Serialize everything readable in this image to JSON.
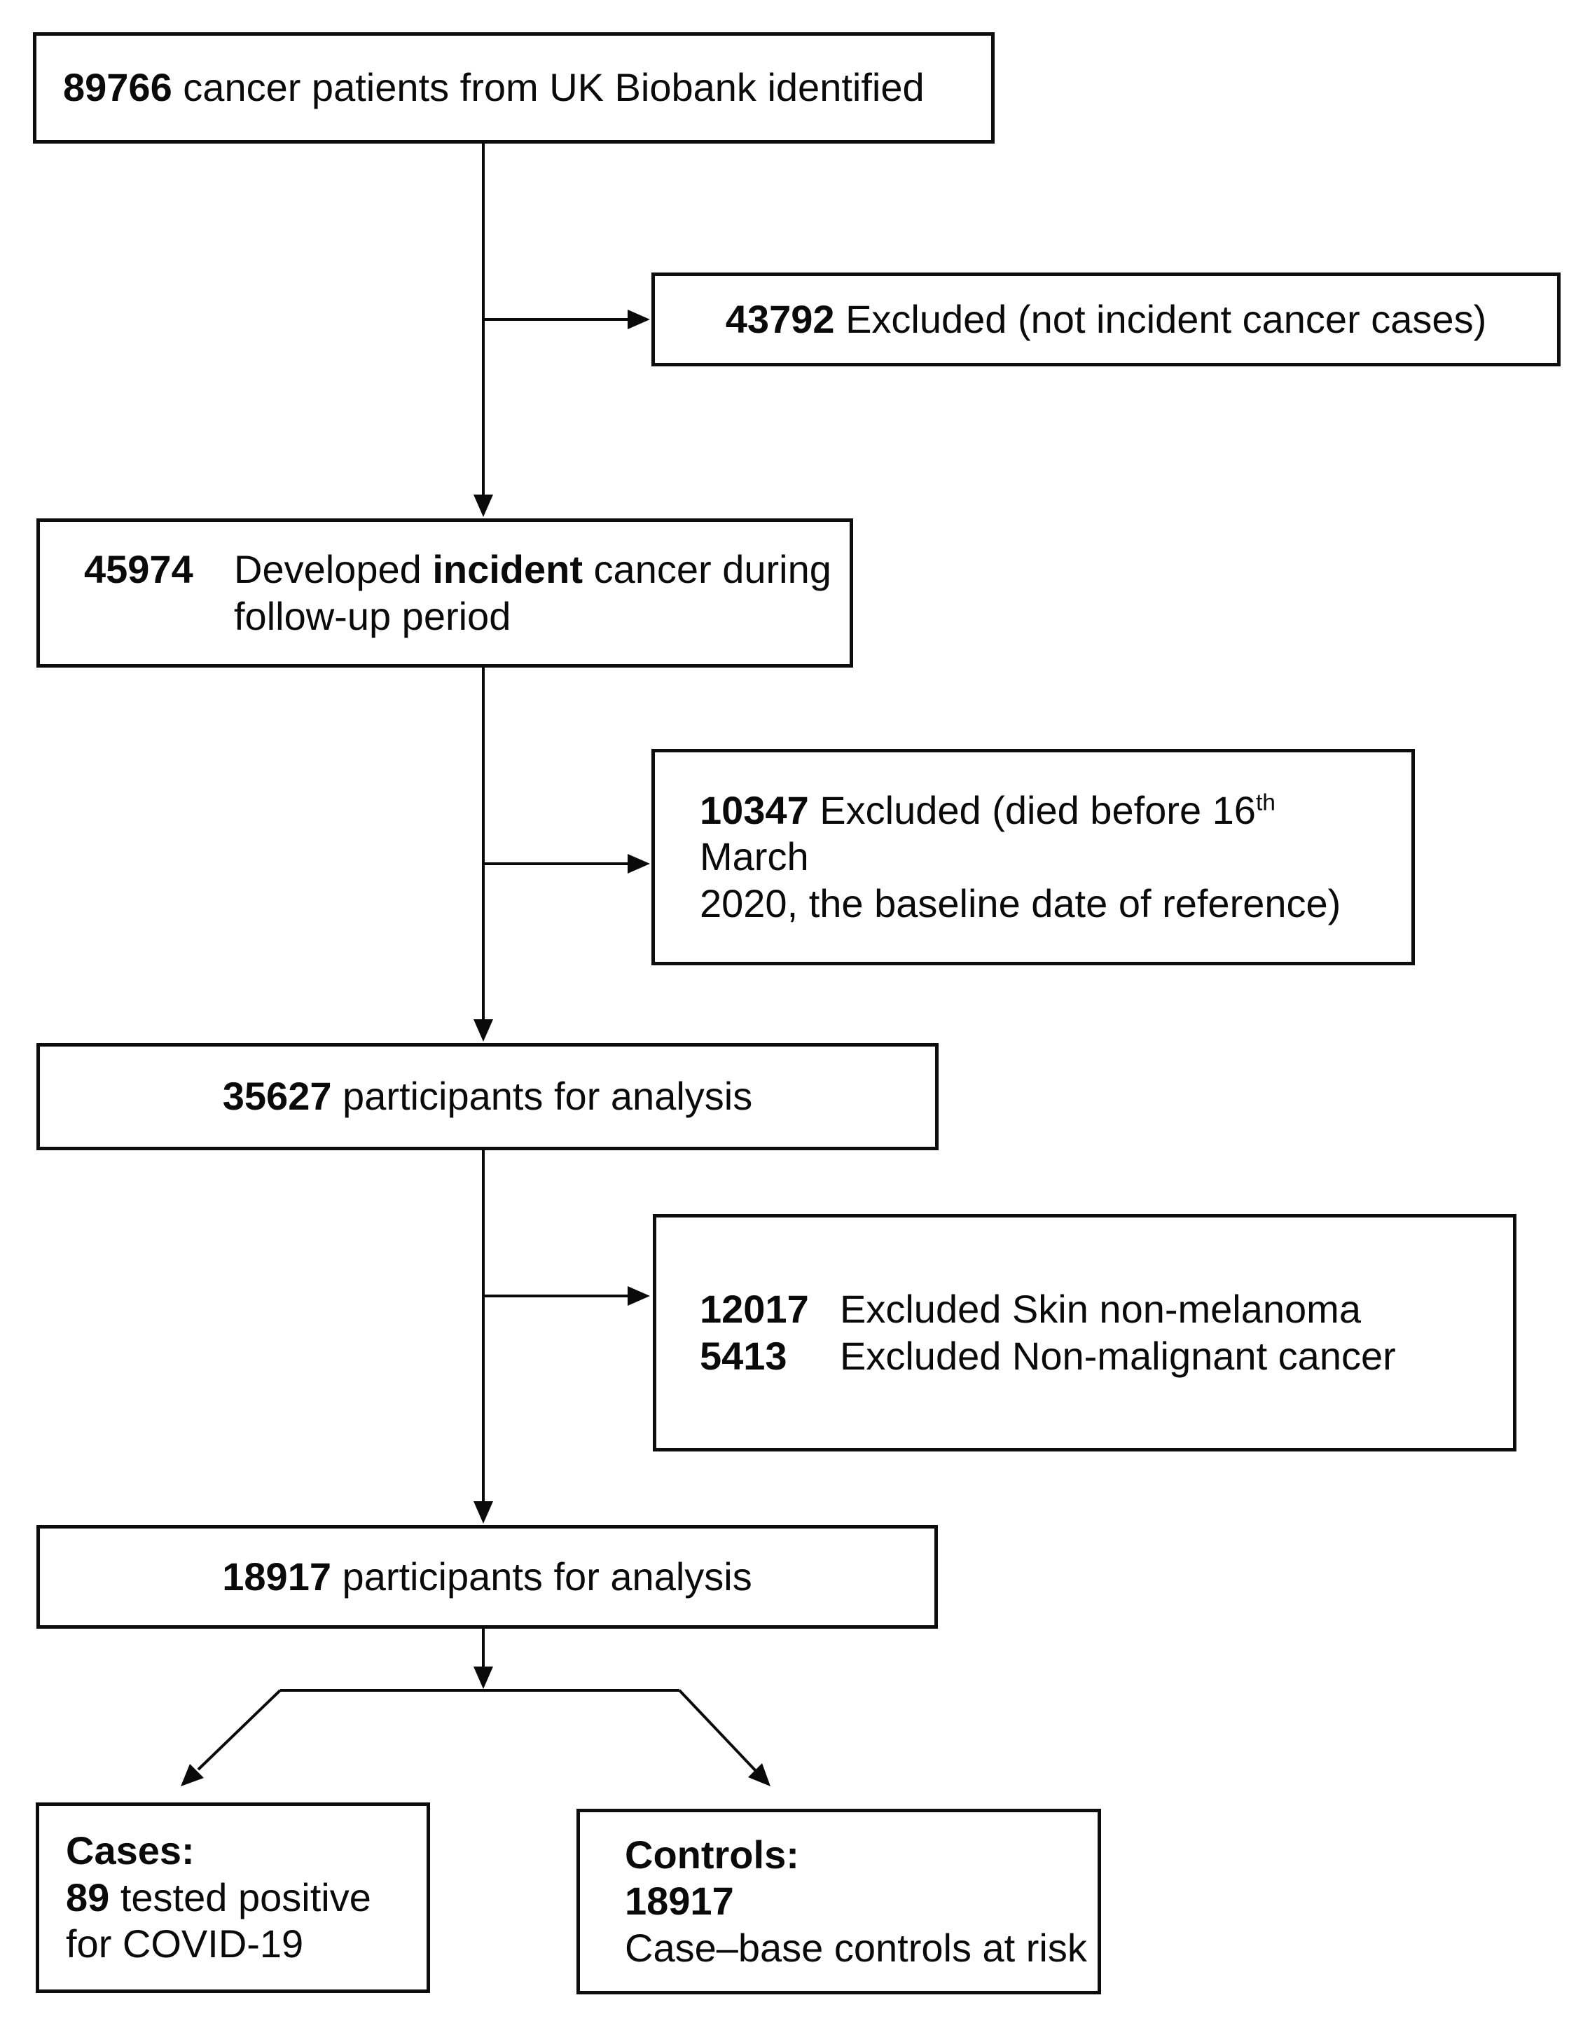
{
  "flowchart": {
    "boxes": {
      "identified": {
        "number": "89766",
        "text": " cancer patients from UK Biobank identified"
      },
      "excluded_not_incident": {
        "number": "43792",
        "text": " Excluded (not incident cancer cases)"
      },
      "incident": {
        "number": "45974",
        "line1_pre": "Developed ",
        "line1_bold": "incident",
        "line1_post": " cancer during",
        "line2": "follow-up period"
      },
      "excluded_died": {
        "number": "10347",
        "line1_pre": " Excluded (died before 16",
        "superscript": "th",
        "line1_post": " March",
        "line2": "2020, the baseline date of reference)"
      },
      "analysis_first": {
        "number": "35627",
        "text": " participants for analysis"
      },
      "excluded_skin": {
        "rows": [
          {
            "number": "12017",
            "text": "Excluded Skin non-melanoma"
          },
          {
            "number": "5413",
            "text": "Excluded Non-malignant cancer"
          }
        ]
      },
      "analysis_second": {
        "number": "18917",
        "text": " participants for analysis"
      },
      "cases": {
        "title": "Cases:",
        "number": "89",
        "line2": " tested positive",
        "line3": "for COVID-19"
      },
      "controls": {
        "title": "Controls:",
        "number": "18917",
        "line3": "Case–base controls at risk"
      }
    },
    "colors": {
      "line": "#0a0a0a",
      "box_border": "#0d0d0d",
      "text": "#0a0a0a",
      "background": "#ffffff"
    }
  }
}
